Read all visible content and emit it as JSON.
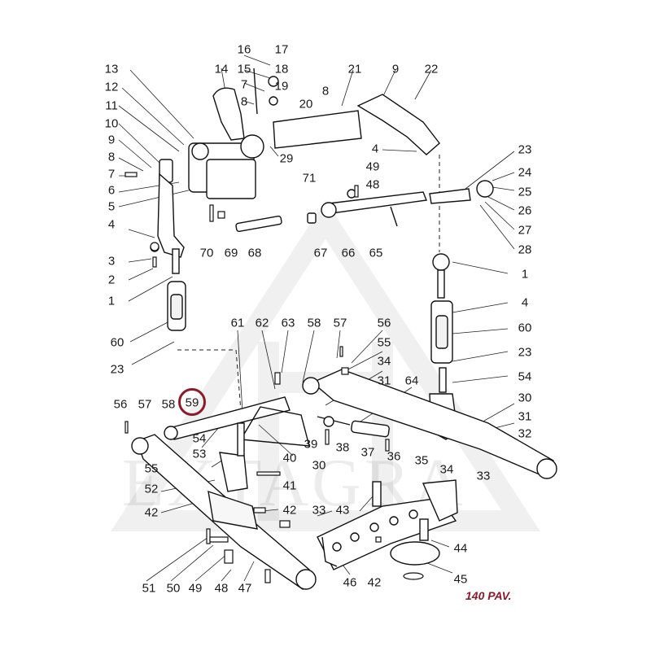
{
  "caption": "140 PAV.",
  "watermark": "EXTAGRA",
  "highlight_color": "#8b1a2b",
  "highlighted_label": "59",
  "labels": [
    {
      "id": "l16",
      "text": "16"
    },
    {
      "id": "l17",
      "text": "17"
    },
    {
      "id": "l15",
      "text": "15"
    },
    {
      "id": "l18",
      "text": "18"
    },
    {
      "id": "l7a",
      "text": "7"
    },
    {
      "id": "l19",
      "text": "19"
    },
    {
      "id": "l8a",
      "text": "8"
    },
    {
      "id": "l8b",
      "text": "8"
    },
    {
      "id": "l20",
      "text": "20"
    },
    {
      "id": "l21",
      "text": "21"
    },
    {
      "id": "l9a",
      "text": "9"
    },
    {
      "id": "l22",
      "text": "22"
    },
    {
      "id": "l13",
      "text": "13"
    },
    {
      "id": "l14",
      "text": "14"
    },
    {
      "id": "l12",
      "text": "12"
    },
    {
      "id": "l11",
      "text": "11"
    },
    {
      "id": "l10",
      "text": "10"
    },
    {
      "id": "l9b",
      "text": "9"
    },
    {
      "id": "l8c",
      "text": "8"
    },
    {
      "id": "l7b",
      "text": "7"
    },
    {
      "id": "l6",
      "text": "6"
    },
    {
      "id": "l5",
      "text": "5"
    },
    {
      "id": "l29",
      "text": "29"
    },
    {
      "id": "l4a",
      "text": "4"
    },
    {
      "id": "l23a",
      "text": "23"
    },
    {
      "id": "l24",
      "text": "24"
    },
    {
      "id": "l25",
      "text": "25"
    },
    {
      "id": "l26",
      "text": "26"
    },
    {
      "id": "l27",
      "text": "27"
    },
    {
      "id": "l28",
      "text": "28"
    },
    {
      "id": "l49a",
      "text": "49"
    },
    {
      "id": "l71",
      "text": "71"
    },
    {
      "id": "l48a",
      "text": "48"
    },
    {
      "id": "l4b",
      "text": "4"
    },
    {
      "id": "l3",
      "text": "3"
    },
    {
      "id": "l2",
      "text": "2"
    },
    {
      "id": "l1a",
      "text": "1"
    },
    {
      "id": "l70",
      "text": "70"
    },
    {
      "id": "l69",
      "text": "69"
    },
    {
      "id": "l68",
      "text": "68"
    },
    {
      "id": "l67",
      "text": "67"
    },
    {
      "id": "l66",
      "text": "66"
    },
    {
      "id": "l65",
      "text": "65"
    },
    {
      "id": "l1b",
      "text": "1"
    },
    {
      "id": "l4c",
      "text": "4"
    },
    {
      "id": "l60a",
      "text": "60"
    },
    {
      "id": "l60b",
      "text": "60"
    },
    {
      "id": "l23b",
      "text": "23"
    },
    {
      "id": "l23c",
      "text": "23"
    },
    {
      "id": "l54a",
      "text": "54"
    },
    {
      "id": "l61",
      "text": "61"
    },
    {
      "id": "l62",
      "text": "62"
    },
    {
      "id": "l63",
      "text": "63"
    },
    {
      "id": "l58a",
      "text": "58"
    },
    {
      "id": "l57a",
      "text": "57"
    },
    {
      "id": "l56a",
      "text": "56"
    },
    {
      "id": "l55a",
      "text": "55"
    },
    {
      "id": "l34a",
      "text": "34"
    },
    {
      "id": "l31a",
      "text": "31"
    },
    {
      "id": "l64",
      "text": "64"
    },
    {
      "id": "l30a",
      "text": "30"
    },
    {
      "id": "l31b",
      "text": "31"
    },
    {
      "id": "l32",
      "text": "32"
    },
    {
      "id": "l56b",
      "text": "56"
    },
    {
      "id": "l57b",
      "text": "57"
    },
    {
      "id": "l58b",
      "text": "58"
    },
    {
      "id": "l59",
      "text": "59"
    },
    {
      "id": "l54b",
      "text": "54"
    },
    {
      "id": "l53",
      "text": "53"
    },
    {
      "id": "l40",
      "text": "40"
    },
    {
      "id": "l39",
      "text": "39"
    },
    {
      "id": "l38",
      "text": "38"
    },
    {
      "id": "l37",
      "text": "37"
    },
    {
      "id": "l36",
      "text": "36"
    },
    {
      "id": "l35",
      "text": "35"
    },
    {
      "id": "l34b",
      "text": "34"
    },
    {
      "id": "l33a",
      "text": "33"
    },
    {
      "id": "l30b",
      "text": "30"
    },
    {
      "id": "l55b",
      "text": "55"
    },
    {
      "id": "l52",
      "text": "52"
    },
    {
      "id": "l41",
      "text": "41"
    },
    {
      "id": "l42a",
      "text": "42"
    },
    {
      "id": "l42b",
      "text": "42"
    },
    {
      "id": "l33b",
      "text": "33"
    },
    {
      "id": "l43",
      "text": "43"
    },
    {
      "id": "l44",
      "text": "44"
    },
    {
      "id": "l51",
      "text": "51"
    },
    {
      "id": "l50",
      "text": "50"
    },
    {
      "id": "l49b",
      "text": "49"
    },
    {
      "id": "l48b",
      "text": "48"
    },
    {
      "id": "l47",
      "text": "47"
    },
    {
      "id": "l46",
      "text": "46"
    },
    {
      "id": "l42c",
      "text": "42"
    },
    {
      "id": "l45",
      "text": "45"
    }
  ]
}
